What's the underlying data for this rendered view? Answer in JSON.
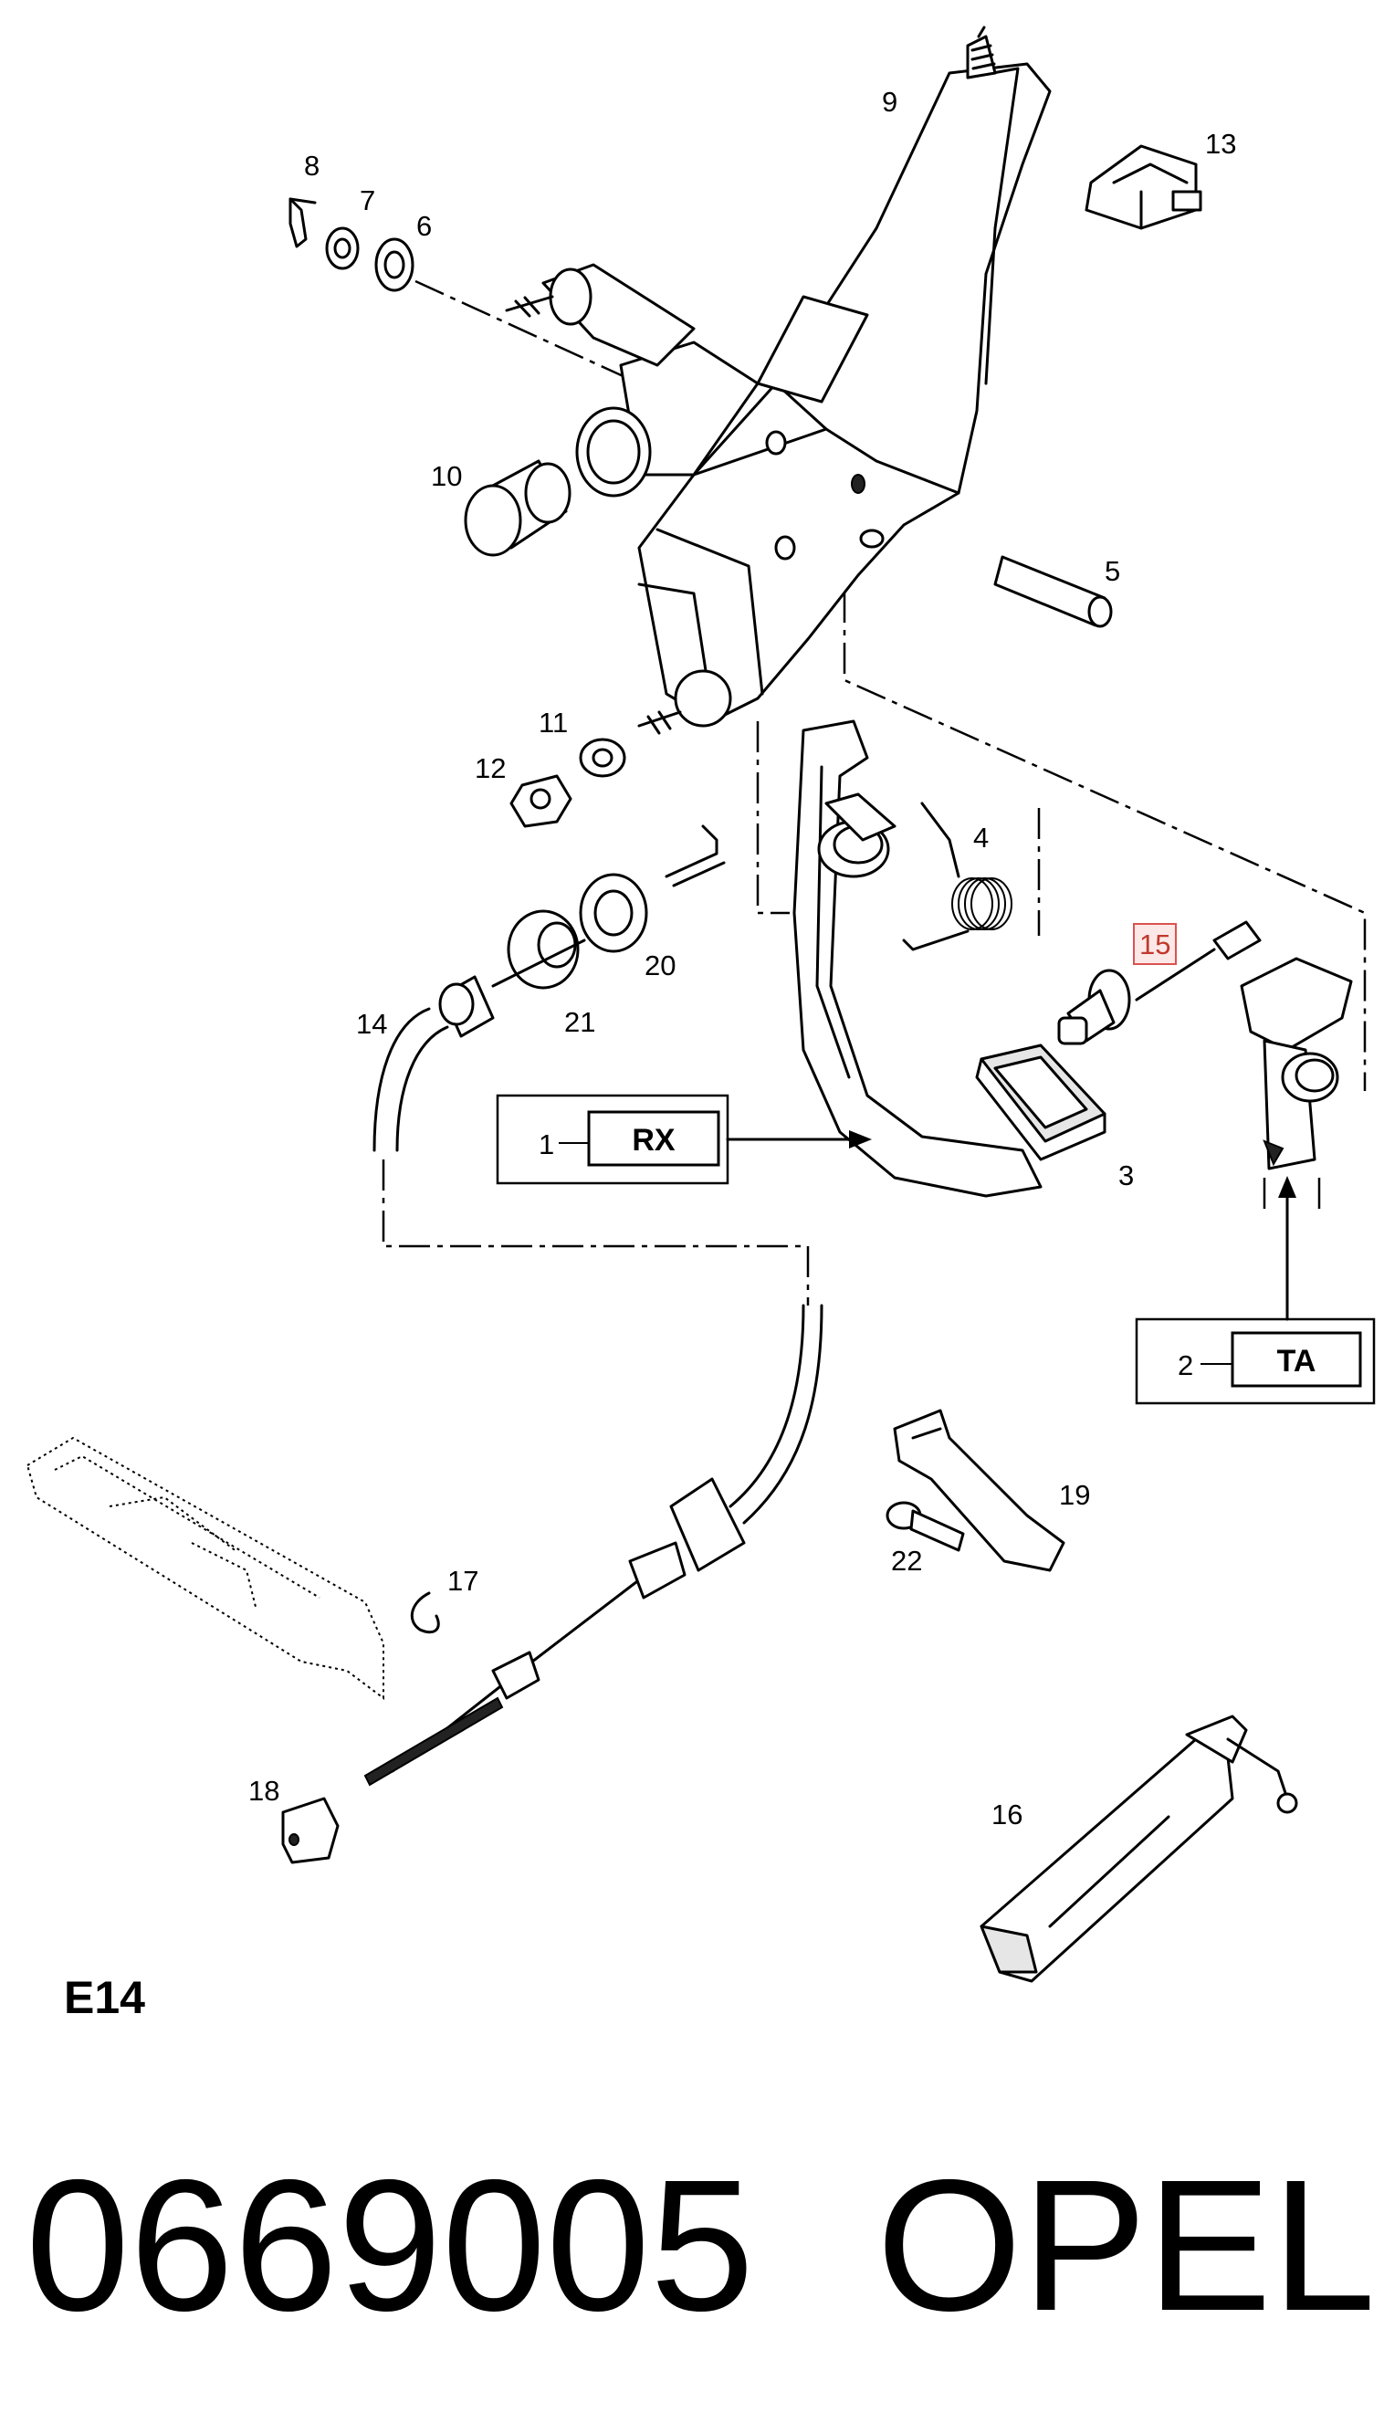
{
  "diagram": {
    "section_code": "E14",
    "part_number": "0669005",
    "brand": "OPEL",
    "callouts": [
      "1",
      "2",
      "3",
      "4",
      "5",
      "6",
      "7",
      "8",
      "9",
      "10",
      "11",
      "12",
      "13",
      "14",
      "15",
      "16",
      "17",
      "18",
      "19",
      "20",
      "21",
      "22"
    ],
    "highlighted_callout": "15",
    "boxes": {
      "rx": {
        "ref": "1",
        "label": "RX"
      },
      "ta": {
        "ref": "2",
        "label": "TA"
      }
    }
  }
}
